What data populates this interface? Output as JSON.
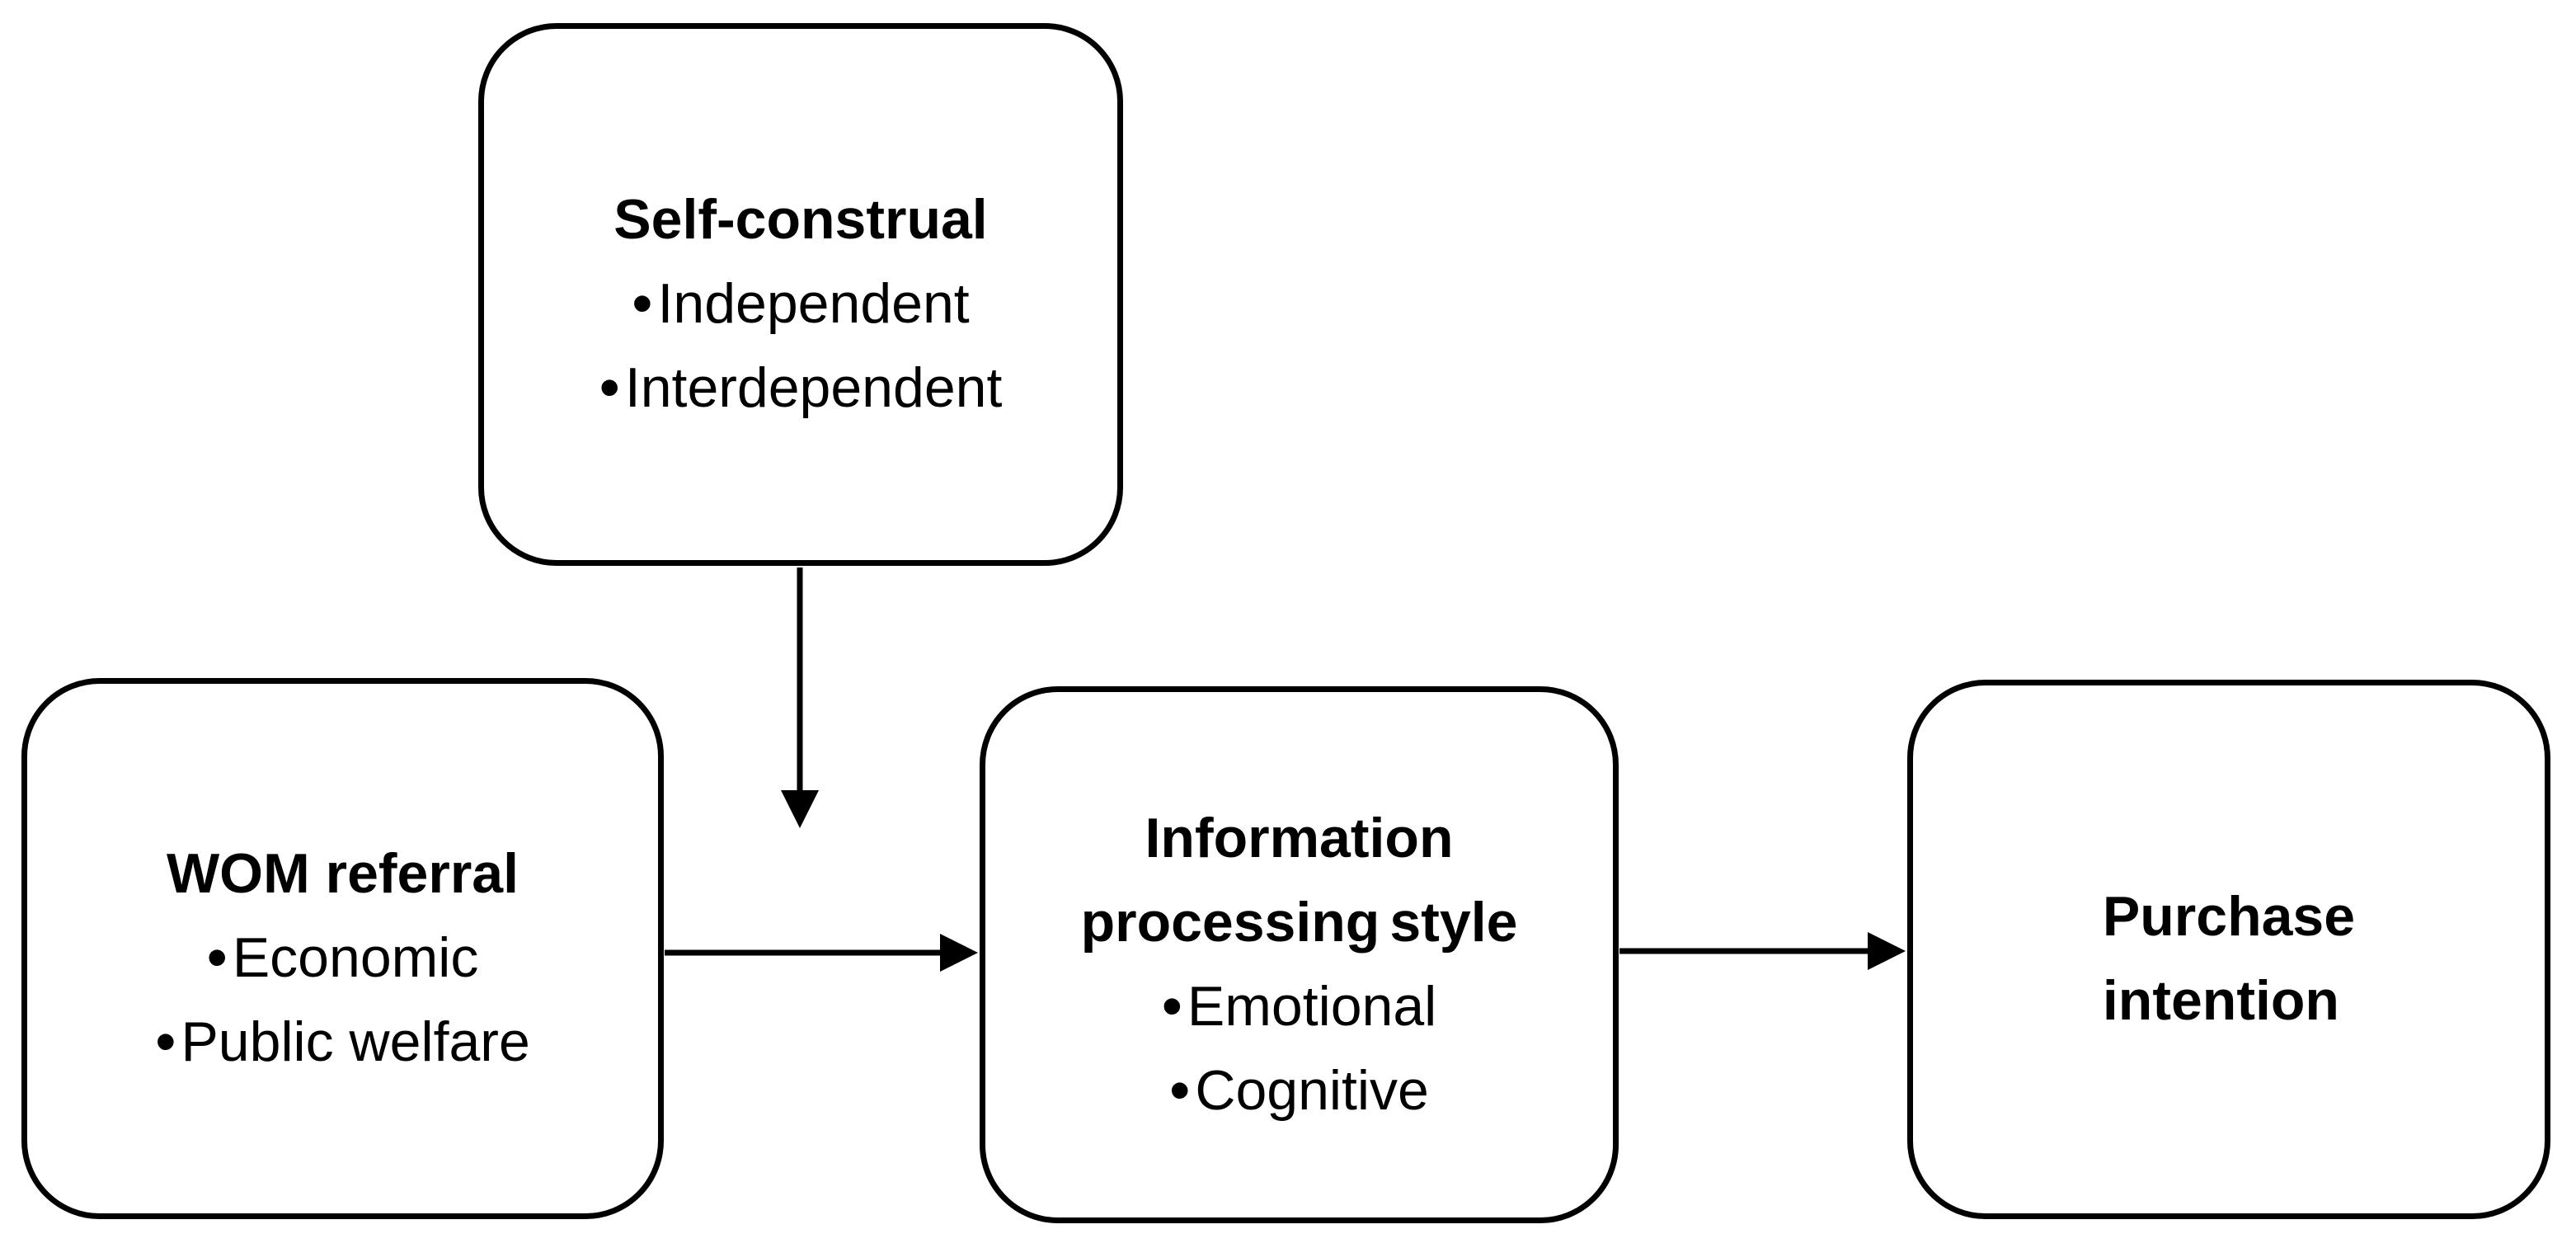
{
  "diagram": {
    "background_color": "#ffffff",
    "stroke_color": "#000000",
    "text_color": "#000000",
    "bullet_glyph": "•",
    "nodes": {
      "self_construal": {
        "title_lines": [
          "Self-construal"
        ],
        "bullets": [
          "Independent",
          "Interdependent"
        ]
      },
      "wom_referral": {
        "title_lines": [
          "WOM referral"
        ],
        "bullets": [
          "Economic",
          "Public welfare"
        ]
      },
      "information_processing_style": {
        "title_lines": [
          "Information",
          "processing style"
        ],
        "bullets": [
          "Emotional",
          "Cognitive"
        ]
      },
      "purchase_intention": {
        "title_lines": [
          "Purchase",
          "intention"
        ],
        "bullets": []
      }
    },
    "edges": [
      {
        "id": "moderation-arrow",
        "from": "self_construal",
        "to": "path between wom_referral and information_processing_style",
        "direction": "down"
      },
      {
        "id": "main-arrow-1",
        "from": "wom_referral",
        "to": "information_processing_style",
        "direction": "right"
      },
      {
        "id": "main-arrow-2",
        "from": "information_processing_style",
        "to": "purchase_intention",
        "direction": "right"
      }
    ]
  }
}
